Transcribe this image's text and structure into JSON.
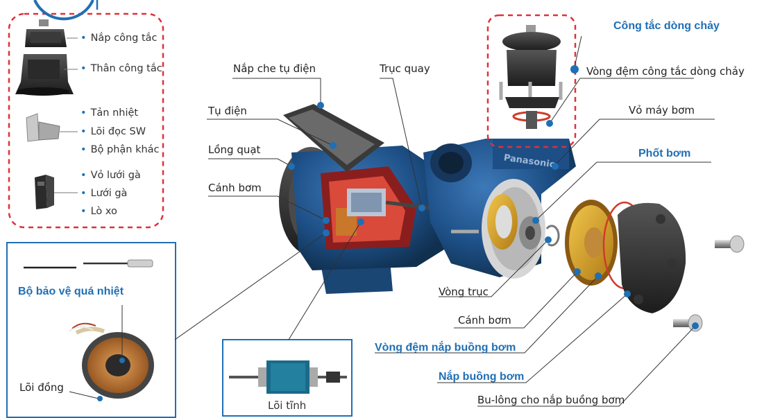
{
  "colors": {
    "accent_blue": "#1f6fb5",
    "dash_red": "#e0303a",
    "pump_blue": "#1d4f86",
    "pump_dark": "#16365c",
    "copper": "#c9772b",
    "text": "#222222"
  },
  "switch_parts": {
    "cover": "Nắp công tắc",
    "body": "Thân công tắc",
    "heat_sink": "Tản nhiệt",
    "sw_core": "Lõi đọc SW",
    "other_parts": "Bộ phận khác",
    "grill_housing": "Vỏ lưới gà",
    "grill": "Lưới gà",
    "spring": "Lò xo"
  },
  "motor_parts": {
    "overheat_protector": "Bộ bảo vệ quá nhiệt",
    "stator": "Lõi đồng",
    "rotor": "Lõi tĩnh"
  },
  "pump_labels": {
    "capacitor_cover": "Nắp che tụ điện",
    "capacitor": "Tụ điện",
    "fan_cage": "Lồng quạt",
    "fan_blade": "Cánh bơm",
    "shaft": "Trục quay",
    "flow_switch": "Công tắc dòng chảy",
    "flow_switch_seal": "Vòng đệm công tắc dòng chảy",
    "pump_housing": "Vỏ máy bơm",
    "pump_seal": "Phốt bơm",
    "shaft_ring": "Vòng trục",
    "impeller": "Cánh bơm",
    "chamber_gasket": "Vòng đệm nắp buồng bơm",
    "chamber_cover": "Nắp buồng bơm",
    "chamber_bolts": "Bu-lông cho nắp buồng bơm"
  },
  "brand_text": "Panasonic"
}
